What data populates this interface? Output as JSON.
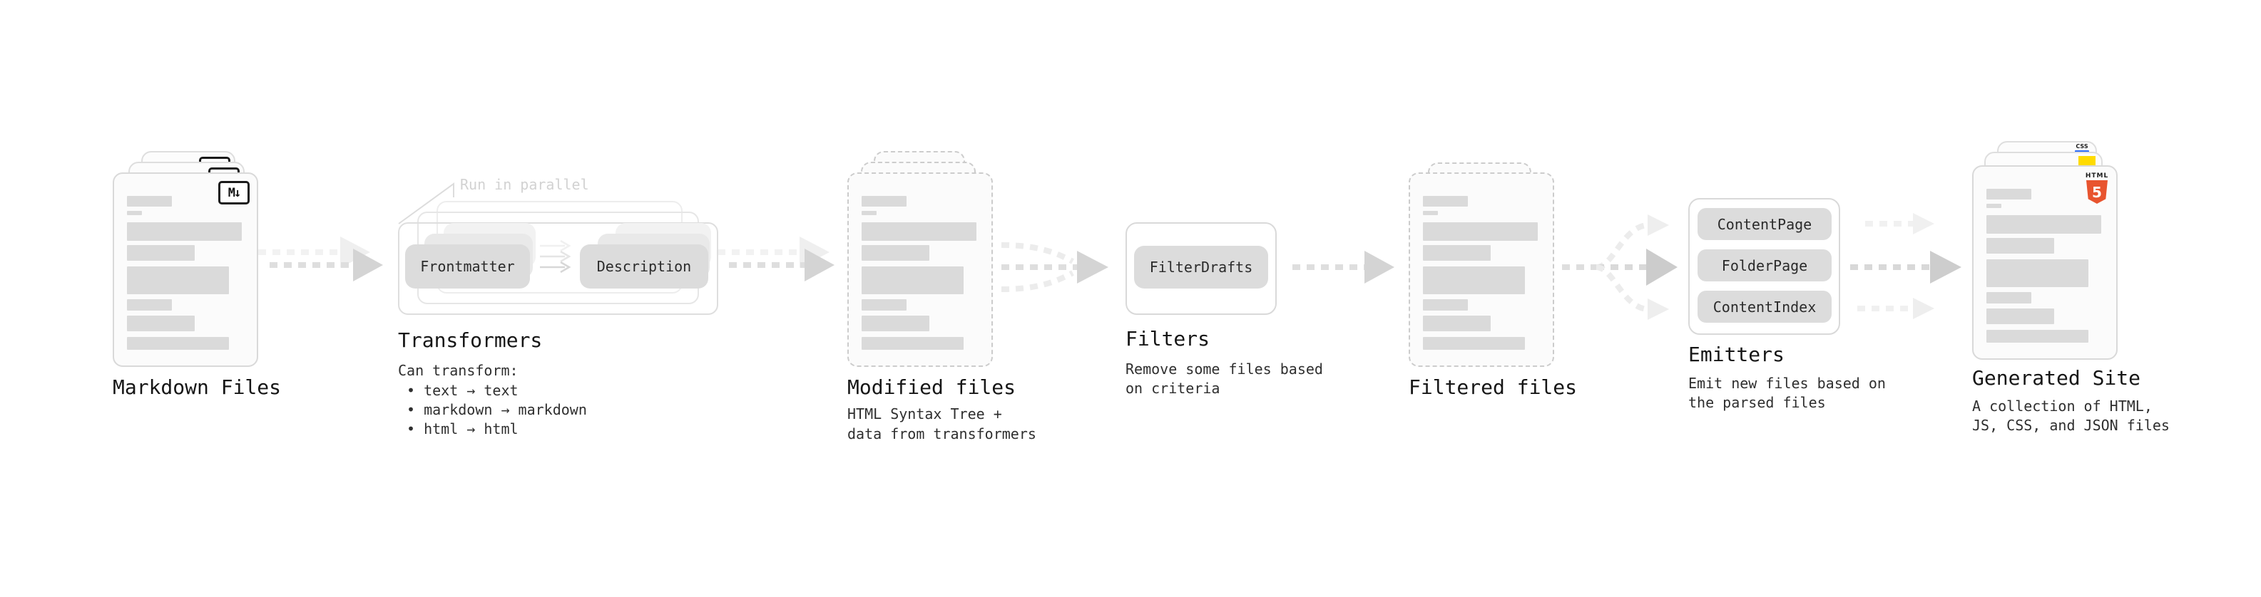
{
  "pipeline": {
    "markdown_files": {
      "label": "Markdown Files",
      "badge": "M↓"
    },
    "transformers": {
      "annotation": "Run in parallel",
      "steps": [
        "Frontmatter",
        "Description"
      ],
      "title": "Transformers",
      "subtitle": "Can transform:",
      "bullets": [
        "• text → text",
        "• markdown → markdown",
        "• html → html"
      ]
    },
    "modified_files": {
      "title": "Modified files",
      "description": [
        "HTML Syntax Tree +",
        "data from transformers"
      ]
    },
    "filters": {
      "pill": "FilterDrafts",
      "title": "Filters",
      "description": [
        "Remove some files based",
        "on criteria"
      ]
    },
    "filtered_files": {
      "title": "Filtered files"
    },
    "emitters": {
      "pills": [
        "ContentPage",
        "FolderPage",
        "ContentIndex"
      ],
      "title": "Emitters",
      "description": [
        "Emit new files based on",
        "the parsed files"
      ]
    },
    "generated_site": {
      "title": "Generated Site",
      "description": [
        "A collection of HTML,",
        "JS, CSS, and JSON files"
      ],
      "html5_word": "HTML",
      "html5_numeral": "5",
      "css_word": "CSS"
    }
  },
  "colors": {
    "background": "#ffffff",
    "card_bg": "#fbfbfb",
    "card_border": "#d9d9d9",
    "dashed_border": "#cccccc",
    "bar": "#dadada",
    "pill_bg": "#dcdcdc",
    "title_text": "#161616",
    "body_text": "#2f2f2f",
    "faint_text": "#d2d2d2",
    "arrow_main": "#d4d4d4",
    "arrow_ghost": "#efefef",
    "html5_orange": "#e8542f",
    "js_yellow": "#ffdb00",
    "css_blue": "#2d6cf6"
  }
}
